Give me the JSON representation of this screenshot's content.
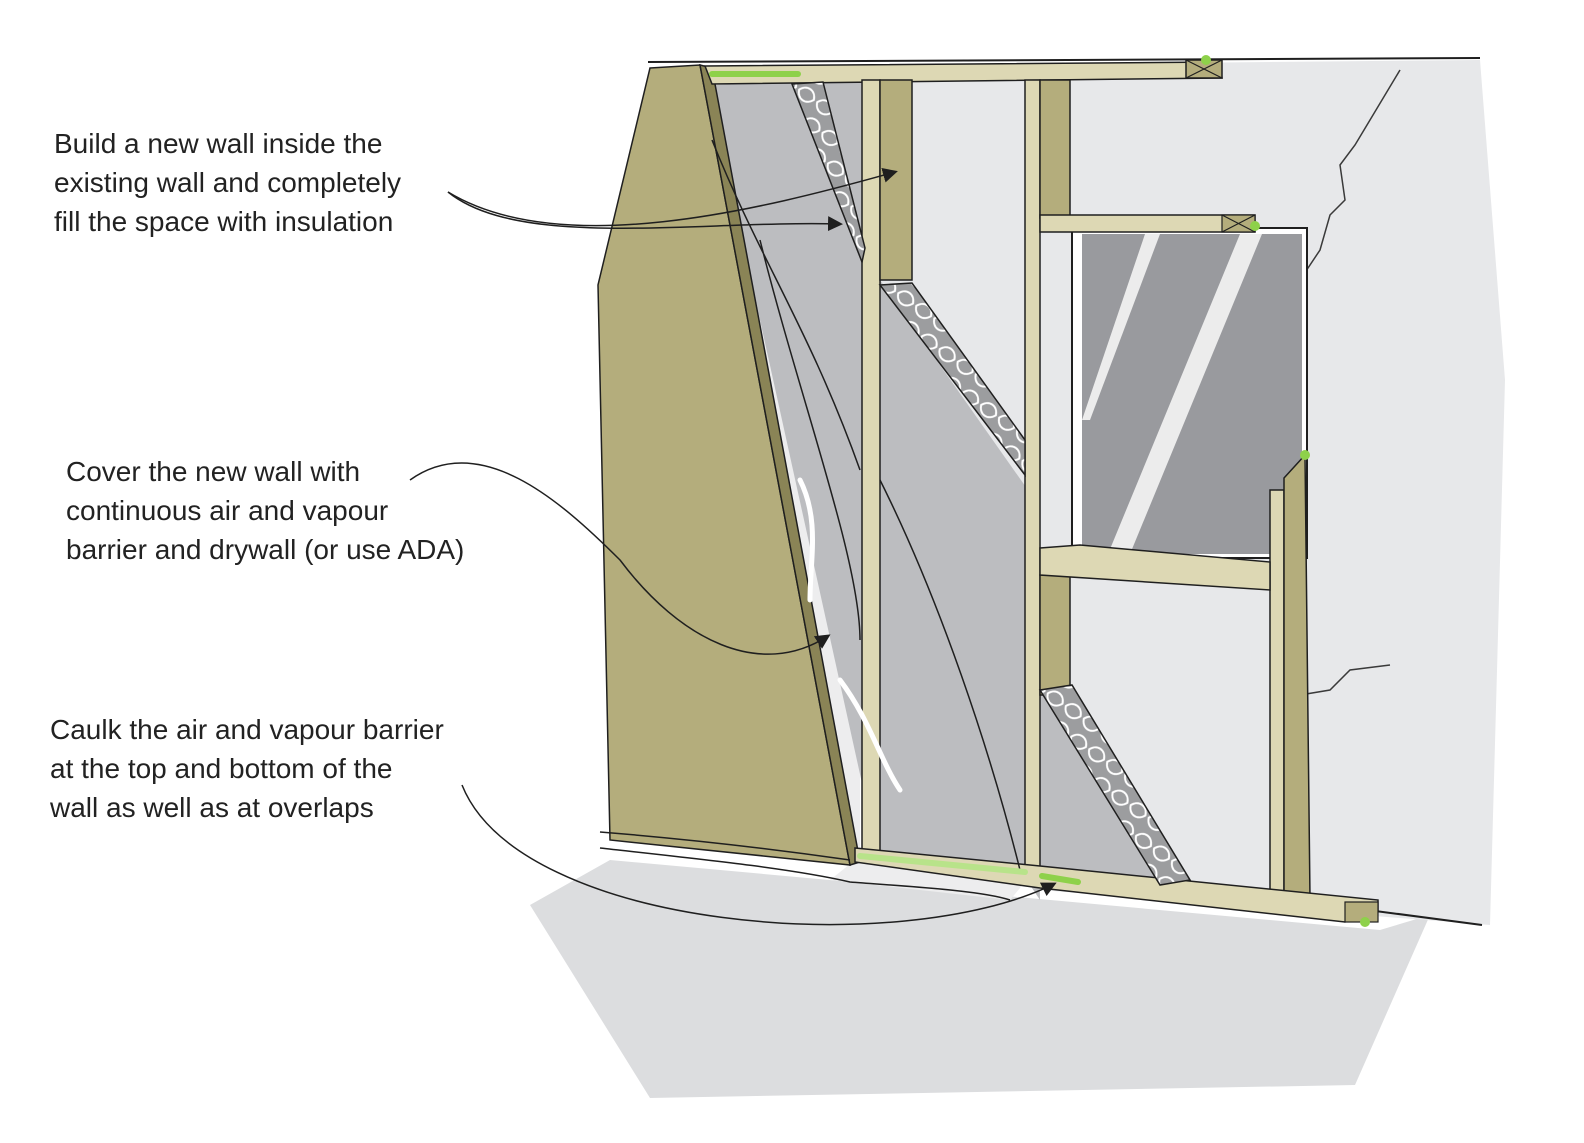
{
  "callouts": {
    "build": {
      "lines": [
        "Build a new wall inside the",
        "existing wall and completely",
        "fill the space with insulation"
      ]
    },
    "cover": {
      "lines": [
        "Cover the new wall with",
        "continuous air and vapour",
        "barrier and drywall (or use ADA)"
      ]
    },
    "caulk": {
      "lines": [
        "Caulk the air and vapour barrier",
        "at the top and bottom of the",
        "wall as well as at overlaps"
      ]
    }
  },
  "colors": {
    "wood": "#b4ad7c",
    "wood_dark": "#8a8456",
    "lumber": "#ddd8b4",
    "insulation_batt": "#bcbdc0",
    "floor": "#dcdddf",
    "existing_wall": "#e7e8ea",
    "window_glass": "#999a9e",
    "caulk": "#8ed14a",
    "line": "#1f1f1f"
  }
}
